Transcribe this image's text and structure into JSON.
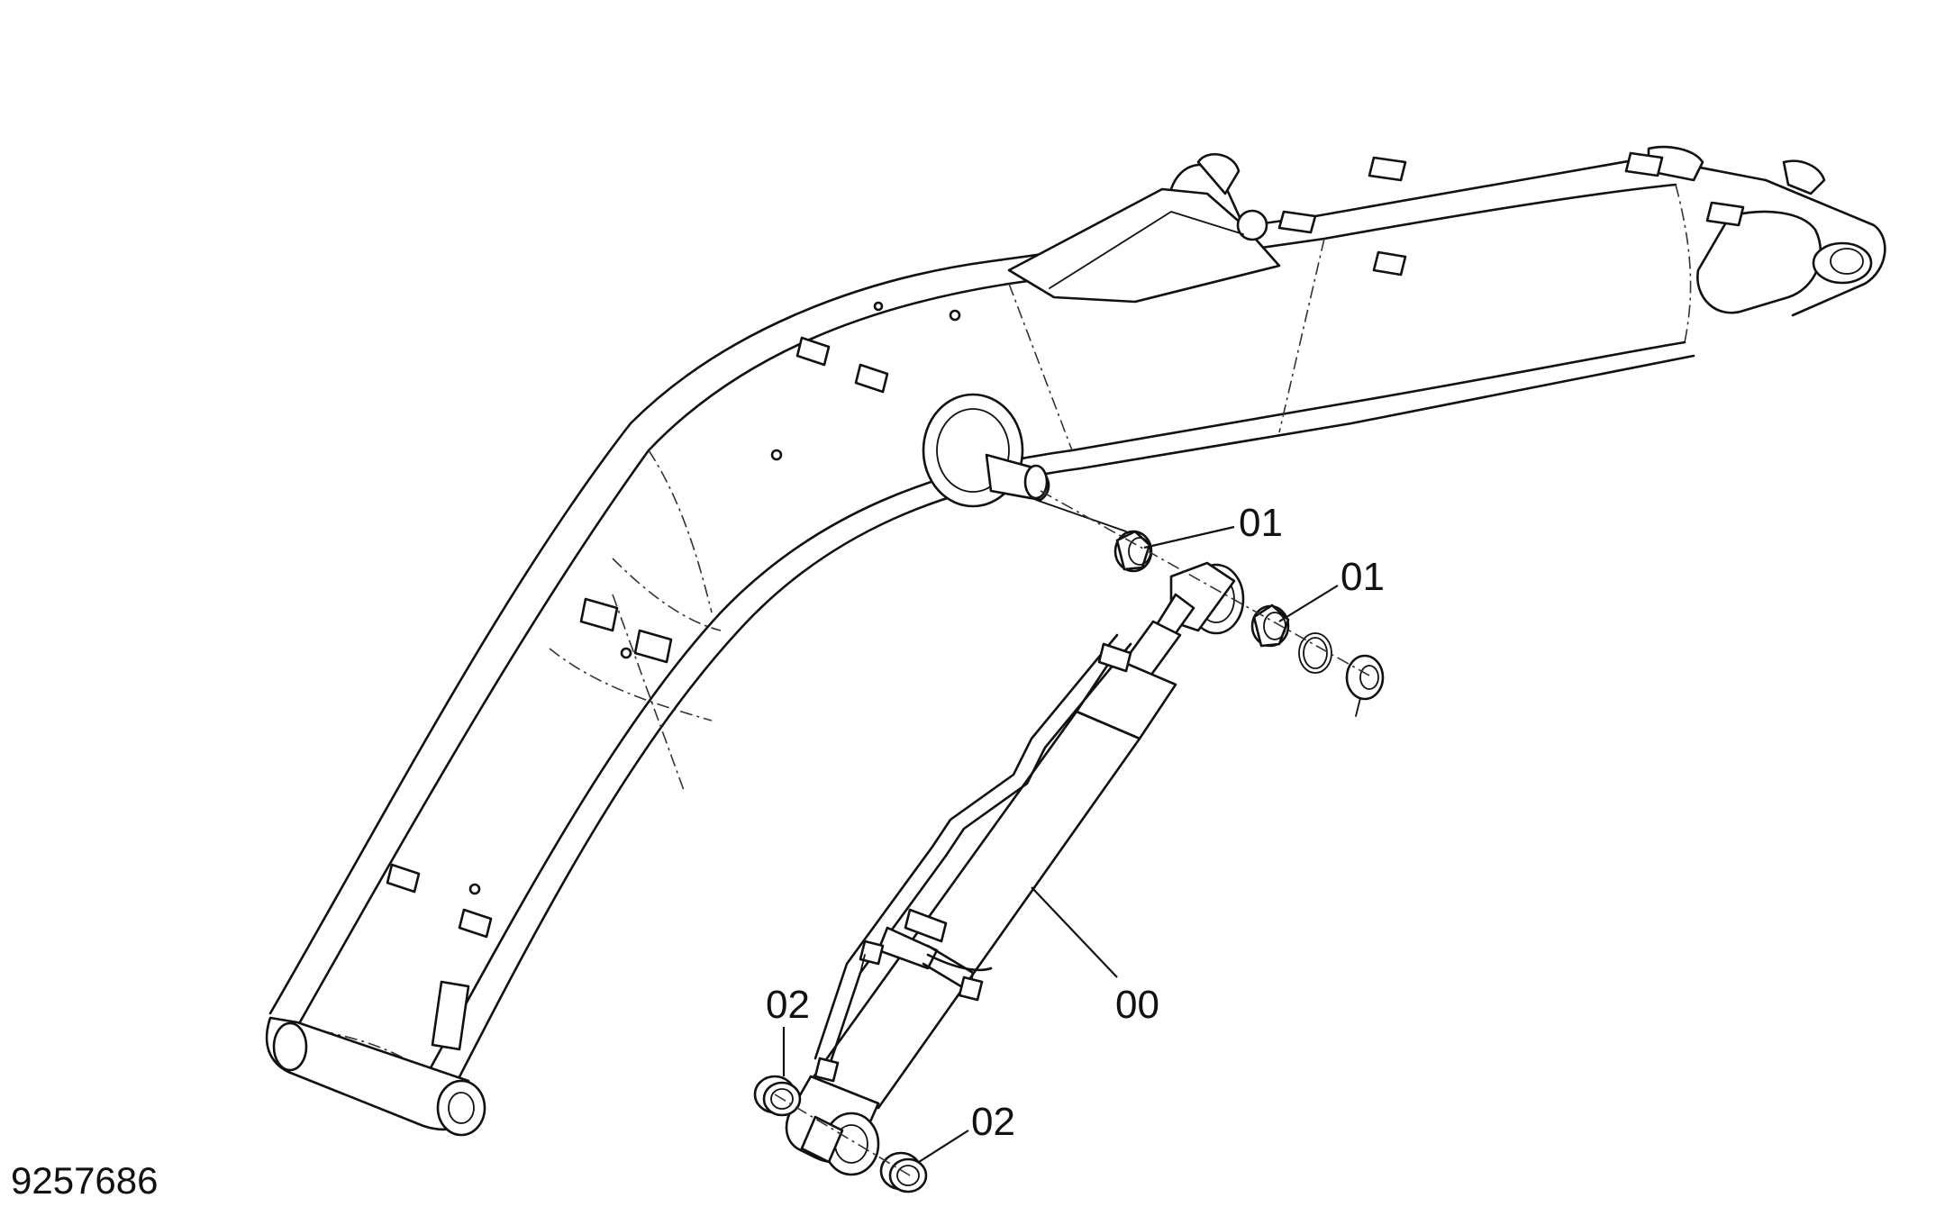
{
  "drawing_number": "9257686",
  "callouts": {
    "rod_bushing_left": "01",
    "rod_bushing_right": "01",
    "cylinder": "00",
    "bottom_bushing_left": "02",
    "bottom_bushing_right": "02"
  }
}
